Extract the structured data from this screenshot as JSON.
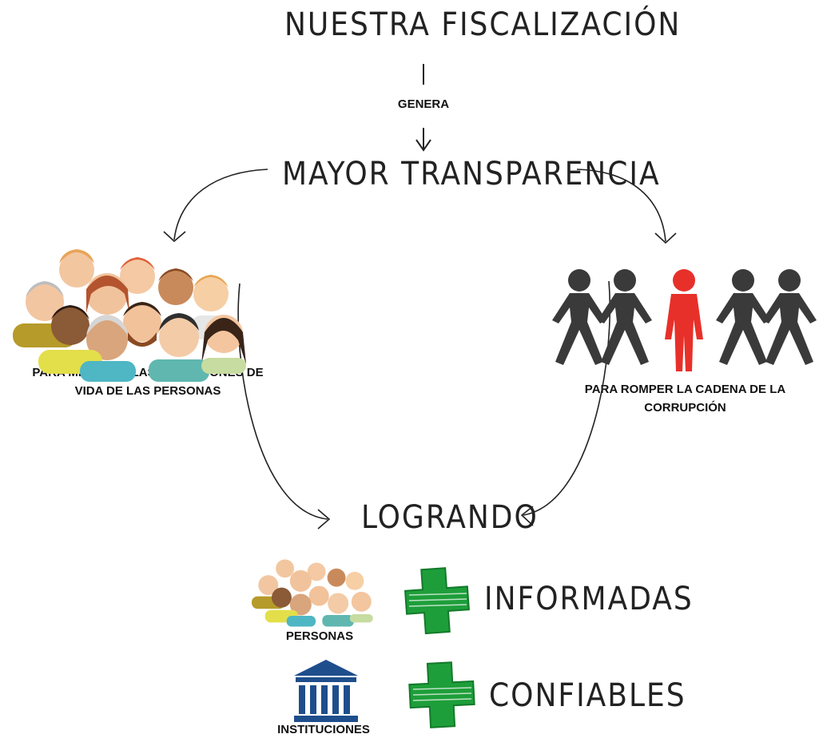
{
  "title": "NUESTRA FISCALIZACIÓN",
  "connector_label": "GENERA",
  "middle": "MAYOR TRANSPARENCIA",
  "left_caption_line1": "PARA MEJORAR LAS CONDICIONES DE",
  "left_caption_line2": "VIDA DE LAS PERSONAS",
  "right_caption_line1": "PARA ROMPER LA CADENA DE LA",
  "right_caption_line2": "CORRUPCIÓN",
  "result": "LOGRANDO",
  "row1_label": "PERSONAS",
  "row1_value": "INFORMADAS",
  "row2_label": "INSTITUCIONES",
  "row2_value": "CONFIABLES",
  "colors": {
    "ink": "#222222",
    "plus_green": "#1e9e3a",
    "chain_dark": "#3a3a3a",
    "chain_red": "#e8302a",
    "institution_blue": "#1f4e8c"
  },
  "icons": [
    "people-group-icon",
    "human-chain-icon",
    "plus-icon",
    "institution-building-icon",
    "arrow-icon"
  ]
}
